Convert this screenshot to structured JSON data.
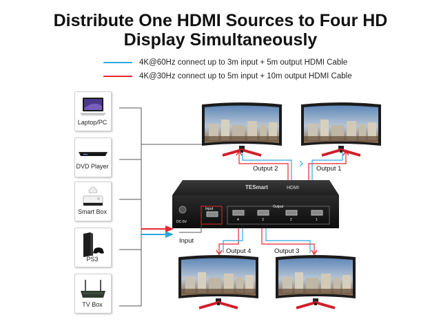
{
  "title": {
    "line1": "Distribute One HDMI Sources to Four HD",
    "line2": "Display Simultaneously"
  },
  "legend": [
    {
      "color": "#2aa7df",
      "text": "4K@60Hz connect up to 3m input + 5m output HDMI Cable"
    },
    {
      "color": "#e8262c",
      "text": "4K@30Hz connect up to 5m input + 10m output HDMI Cable"
    }
  ],
  "sources": [
    {
      "label": "Laptop/PC",
      "icon": "laptop-icon"
    },
    {
      "label": "DVD Player",
      "icon": "dvd-player-icon"
    },
    {
      "label": "Smart Box",
      "icon": "xbox-console-icon"
    },
    {
      "label": "PS3",
      "icon": "ps3-console-icon"
    },
    {
      "label": "TV Box",
      "icon": "tv-box-icon"
    }
  ],
  "device": {
    "brand": "TESmart",
    "model": "HDMI",
    "port_power": "DC-5V",
    "port_input": "Input",
    "port_output": "Output",
    "port_numbers": [
      "4",
      "3",
      "2",
      "1"
    ]
  },
  "labels": {
    "input": "Input",
    "output1": "Output 1",
    "output2": "Output 2",
    "output3": "Output 3",
    "output4": "Output 4"
  },
  "colors": {
    "red": "#e8262c",
    "blue": "#2aa7df",
    "wire": "#555555",
    "device_body": "#1a1a1a"
  }
}
